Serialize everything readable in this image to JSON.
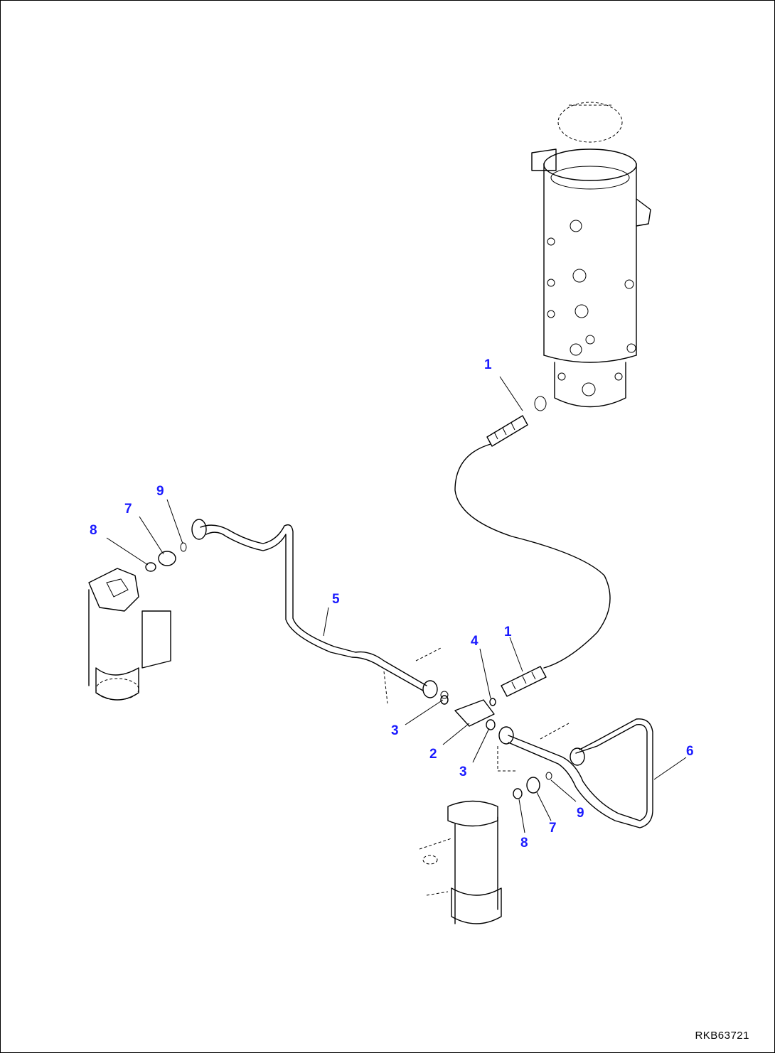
{
  "callouts": [
    {
      "id": "c1a",
      "label": "1"
    },
    {
      "id": "c1b",
      "label": "1"
    },
    {
      "id": "c2",
      "label": "2"
    },
    {
      "id": "c3a",
      "label": "3"
    },
    {
      "id": "c3b",
      "label": "3"
    },
    {
      "id": "c4",
      "label": "4"
    },
    {
      "id": "c5",
      "label": "5"
    },
    {
      "id": "c6",
      "label": "6"
    },
    {
      "id": "c7a",
      "label": "7"
    },
    {
      "id": "c7b",
      "label": "7"
    },
    {
      "id": "c8a",
      "label": "8"
    },
    {
      "id": "c8b",
      "label": "8"
    },
    {
      "id": "c9a",
      "label": "9"
    },
    {
      "id": "c9b",
      "label": "9"
    }
  ],
  "drawing_code": "RKB63721",
  "colors": {
    "callout": "#1a1aff",
    "line": "#000000",
    "background": "#ffffff"
  }
}
